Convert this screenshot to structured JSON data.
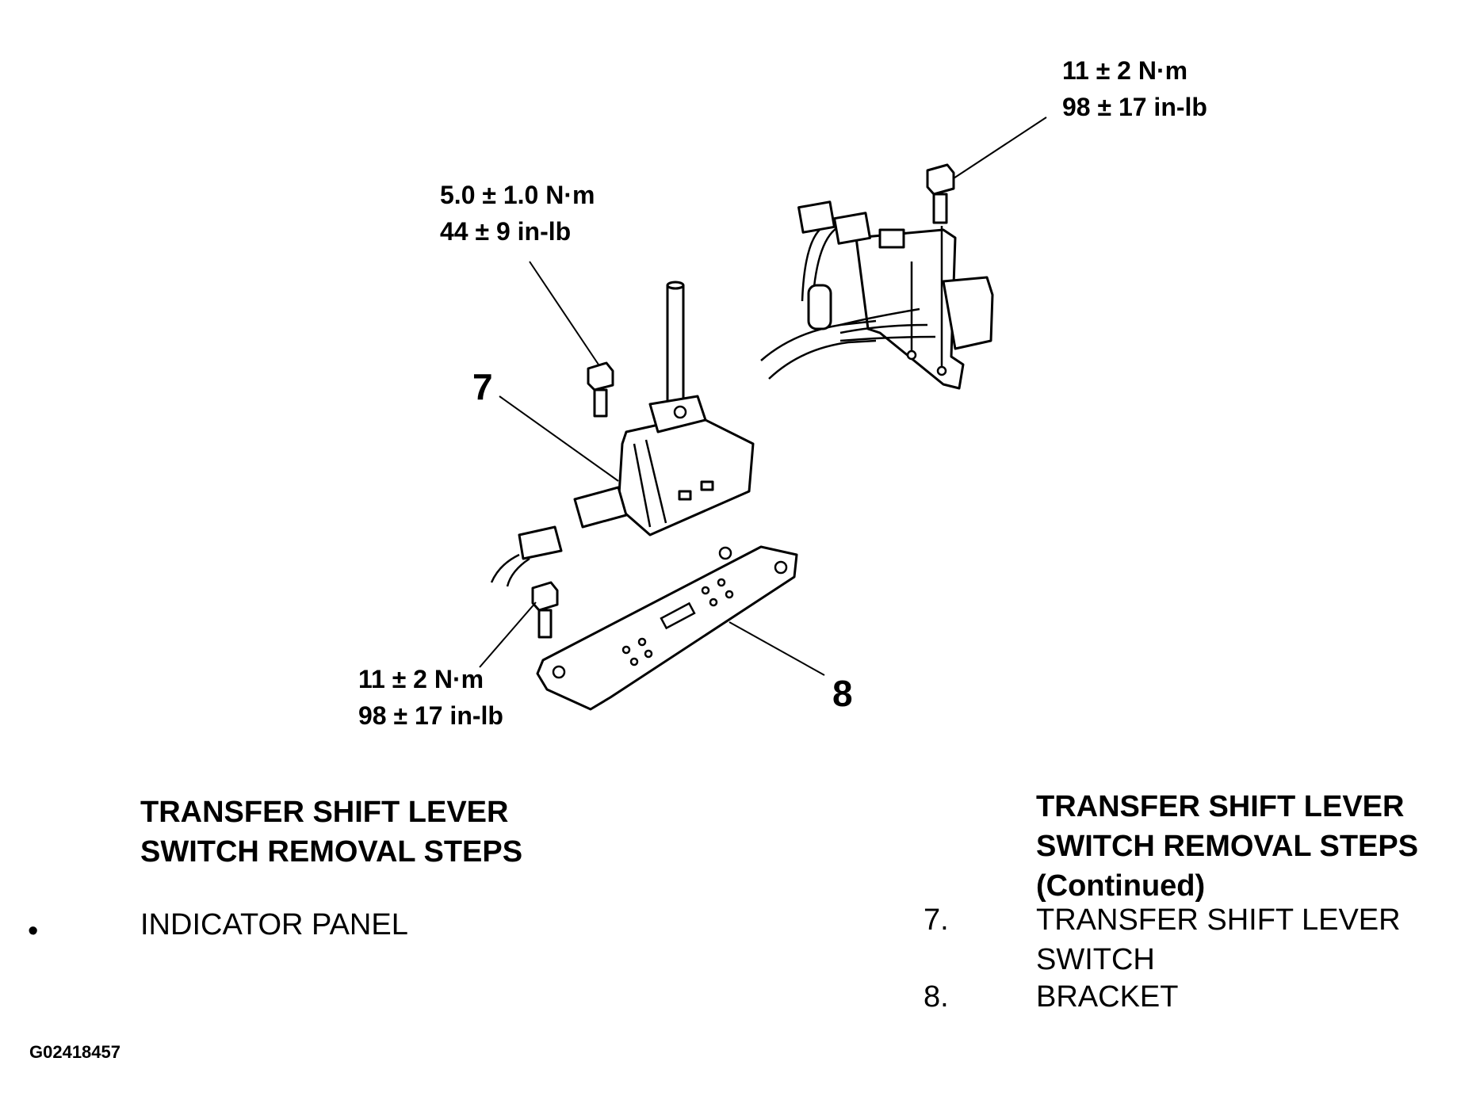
{
  "torque_labels": {
    "top_right": {
      "line1": "11 ± 2 N·m",
      "line2": "98 ± 17 in-lb"
    },
    "top_center": {
      "line1": "5.0 ± 1.0 N·m",
      "line2": "44 ± 9 in-lb"
    },
    "bottom_left": {
      "line1": "11 ± 2 N·m",
      "line2": "98 ± 17 in-lb"
    }
  },
  "callouts": {
    "switch": "7",
    "bracket": "8"
  },
  "left_column": {
    "heading_line1": "TRANSFER SHIFT LEVER",
    "heading_line2": "SWITCH REMOVAL STEPS",
    "bullet": "•",
    "item": "INDICATOR PANEL"
  },
  "right_column": {
    "heading_line1": "TRANSFER SHIFT LEVER",
    "heading_line2": "SWITCH REMOVAL STEPS",
    "heading_line3": "(Continued)",
    "steps": [
      {
        "num": "7.",
        "line1": "TRANSFER SHIFT LEVER",
        "line2": "SWITCH"
      },
      {
        "num": "8.",
        "line1": "BRACKET"
      }
    ]
  },
  "figure_id": "G02418457"
}
